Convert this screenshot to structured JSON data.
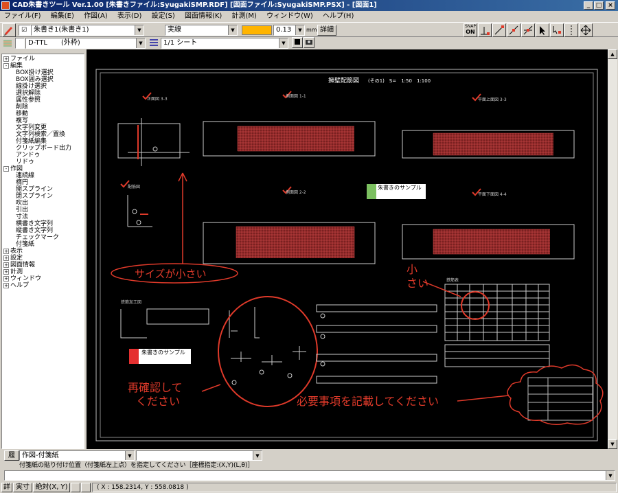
{
  "window": {
    "title": "CAD朱書きツール Ver.1.00 [朱書きファイル:SyugakiSMP.RDF] [図面ファイル:SyugakiSMP.PSX] - [図面1]",
    "controls": [
      "_",
      "□",
      "×"
    ]
  },
  "menu": [
    "ファイル(F)",
    "編集(E)",
    "作図(A)",
    "表示(D)",
    "設定(S)",
    "図面情報(K)",
    "計測(M)",
    "ウィンドウ(W)",
    "ヘルプ(H)"
  ],
  "toolbar1": {
    "layer_value": "朱書き1(朱書き1)",
    "linetype_value": "実線",
    "color_hex": "#ffb400",
    "width_value": "0.13",
    "width_unit": "mm",
    "detail_label": "詳細",
    "snap_label_top": "SNAP",
    "snap_label_bottom": "ON"
  },
  "toolbar2": {
    "layer2_value": "D-TTL　　(外枠)",
    "sheet_value": "1/1 シート"
  },
  "tree": [
    {
      "label": "ファイル",
      "level": 0,
      "sign": "+"
    },
    {
      "label": "編集",
      "level": 0,
      "sign": "-"
    },
    {
      "label": "BOX掛け選択",
      "level": 1
    },
    {
      "label": "BOX囲み選択",
      "level": 1
    },
    {
      "label": "線掛け選択",
      "level": 1
    },
    {
      "label": "選択解除",
      "level": 1
    },
    {
      "label": "属性参照",
      "level": 1
    },
    {
      "label": "削除",
      "level": 1
    },
    {
      "label": "移動",
      "level": 1
    },
    {
      "label": "複写",
      "level": 1
    },
    {
      "label": "文字列変更",
      "level": 1
    },
    {
      "label": "文字列検索／置換",
      "level": 1
    },
    {
      "label": "付箋紙編集",
      "level": 1
    },
    {
      "label": "クリップボード出力",
      "level": 1
    },
    {
      "label": "アンドゥ",
      "level": 1
    },
    {
      "label": "リドゥ",
      "level": 1
    },
    {
      "label": "作図",
      "level": 0,
      "sign": "-"
    },
    {
      "label": "連続線",
      "level": 1
    },
    {
      "label": "楕円",
      "level": 1
    },
    {
      "label": "開スプライン",
      "level": 1
    },
    {
      "label": "閉スプライン",
      "level": 1
    },
    {
      "label": "吹出",
      "level": 1
    },
    {
      "label": "引出",
      "level": 1
    },
    {
      "label": "寸法",
      "level": 1
    },
    {
      "label": "横書き文字列",
      "level": 1
    },
    {
      "label": "縦書き文字列",
      "level": 1
    },
    {
      "label": "チェックマーク",
      "level": 1
    },
    {
      "label": "付箋紙",
      "level": 1
    },
    {
      "label": "表示",
      "level": 0,
      "sign": "+"
    },
    {
      "label": "設定",
      "level": 0,
      "sign": "+"
    },
    {
      "label": "図面情報",
      "level": 0,
      "sign": "+"
    },
    {
      "label": "計測",
      "level": 0,
      "sign": "+"
    },
    {
      "label": "ウィンドウ",
      "level": 0,
      "sign": "+"
    },
    {
      "label": "ヘルプ",
      "level": 0,
      "sign": "+"
    }
  ],
  "drawing": {
    "title": "擁壁配筋図",
    "scale_text": "(その1)　S=　1:50　1:100",
    "views": [
      "正面図 3-3",
      "側面図 1-1",
      "平面上面図 3-3",
      "側面図 2-2",
      "平面下面図 4-4",
      "鉄筋加工図",
      "配筋図"
    ],
    "annotations": {
      "size_small": "サイズが小さい",
      "small": "小さい",
      "reconfirm_line1": "再確認して",
      "reconfirm_line2": "ください",
      "fill_required": "必要事項を記載してください"
    },
    "sticky_notes": [
      "朱書きのサンプル",
      "朱書きのサンプル"
    ],
    "table_title": "鉄筋表"
  },
  "command": {
    "tab_label": "履",
    "mode_value": "作図-付箋紙",
    "prompt": "付箋紙の貼り付け位置（付箋紙左上点）を指定してください［座標指定:(X,Y)(L,θ)］"
  },
  "status": {
    "detail": "詳",
    "real": "実寸",
    "absolute": "絶対(X, Y)",
    "coords": "( X : 158.2314, Y : 558.0818 )"
  }
}
